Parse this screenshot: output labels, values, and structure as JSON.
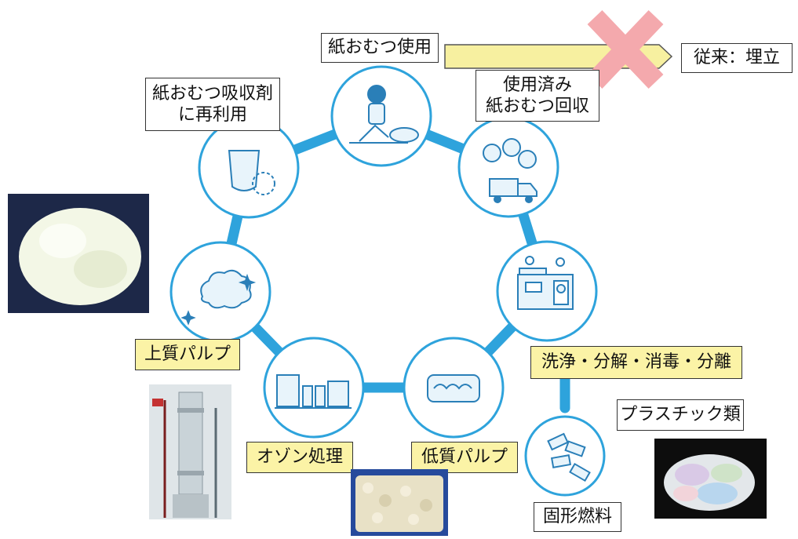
{
  "colors": {
    "ring": "#2ea3dc",
    "label_highlight": "#fbf3a6",
    "x_mark": "#f4a9ad",
    "landfill_bar": "#f7f0a0"
  },
  "labels": {
    "diaper_use": "紙おむつ使用",
    "landfill": "従来：埋立",
    "collection_line1": "使用済み",
    "collection_line2": "紙おむつ回収",
    "reuse_line1": "紙おむつ吸収剤",
    "reuse_line2": "に再利用",
    "washing": "洗浄・分解・消毒・分離",
    "high_quality_pulp": "上質パルプ",
    "ozone": "オゾン処理",
    "low_quality_pulp": "低質パルプ",
    "plastics": "プラスチック類",
    "solid_fuel": "固形燃料"
  },
  "icons": {
    "node1": "child-changing-diaper-icon",
    "node2": "garbage-bags-truck-icon",
    "node3": "processing-facility-icon",
    "node4": "pulp-tray-icon",
    "node5": "ozone-equipment-icon",
    "node6": "clean-pulp-sparkle-icon",
    "node7": "diaper-recycle-icon",
    "node8": "fuel-pellets-icon"
  },
  "photos": {
    "pulp_photo": "white-pulp-photo",
    "ozone_photo": "ozone-column-photo",
    "low_pulp_photo": "low-quality-pulp-tray-photo",
    "plastics_photo": "plastic-scraps-photo"
  }
}
